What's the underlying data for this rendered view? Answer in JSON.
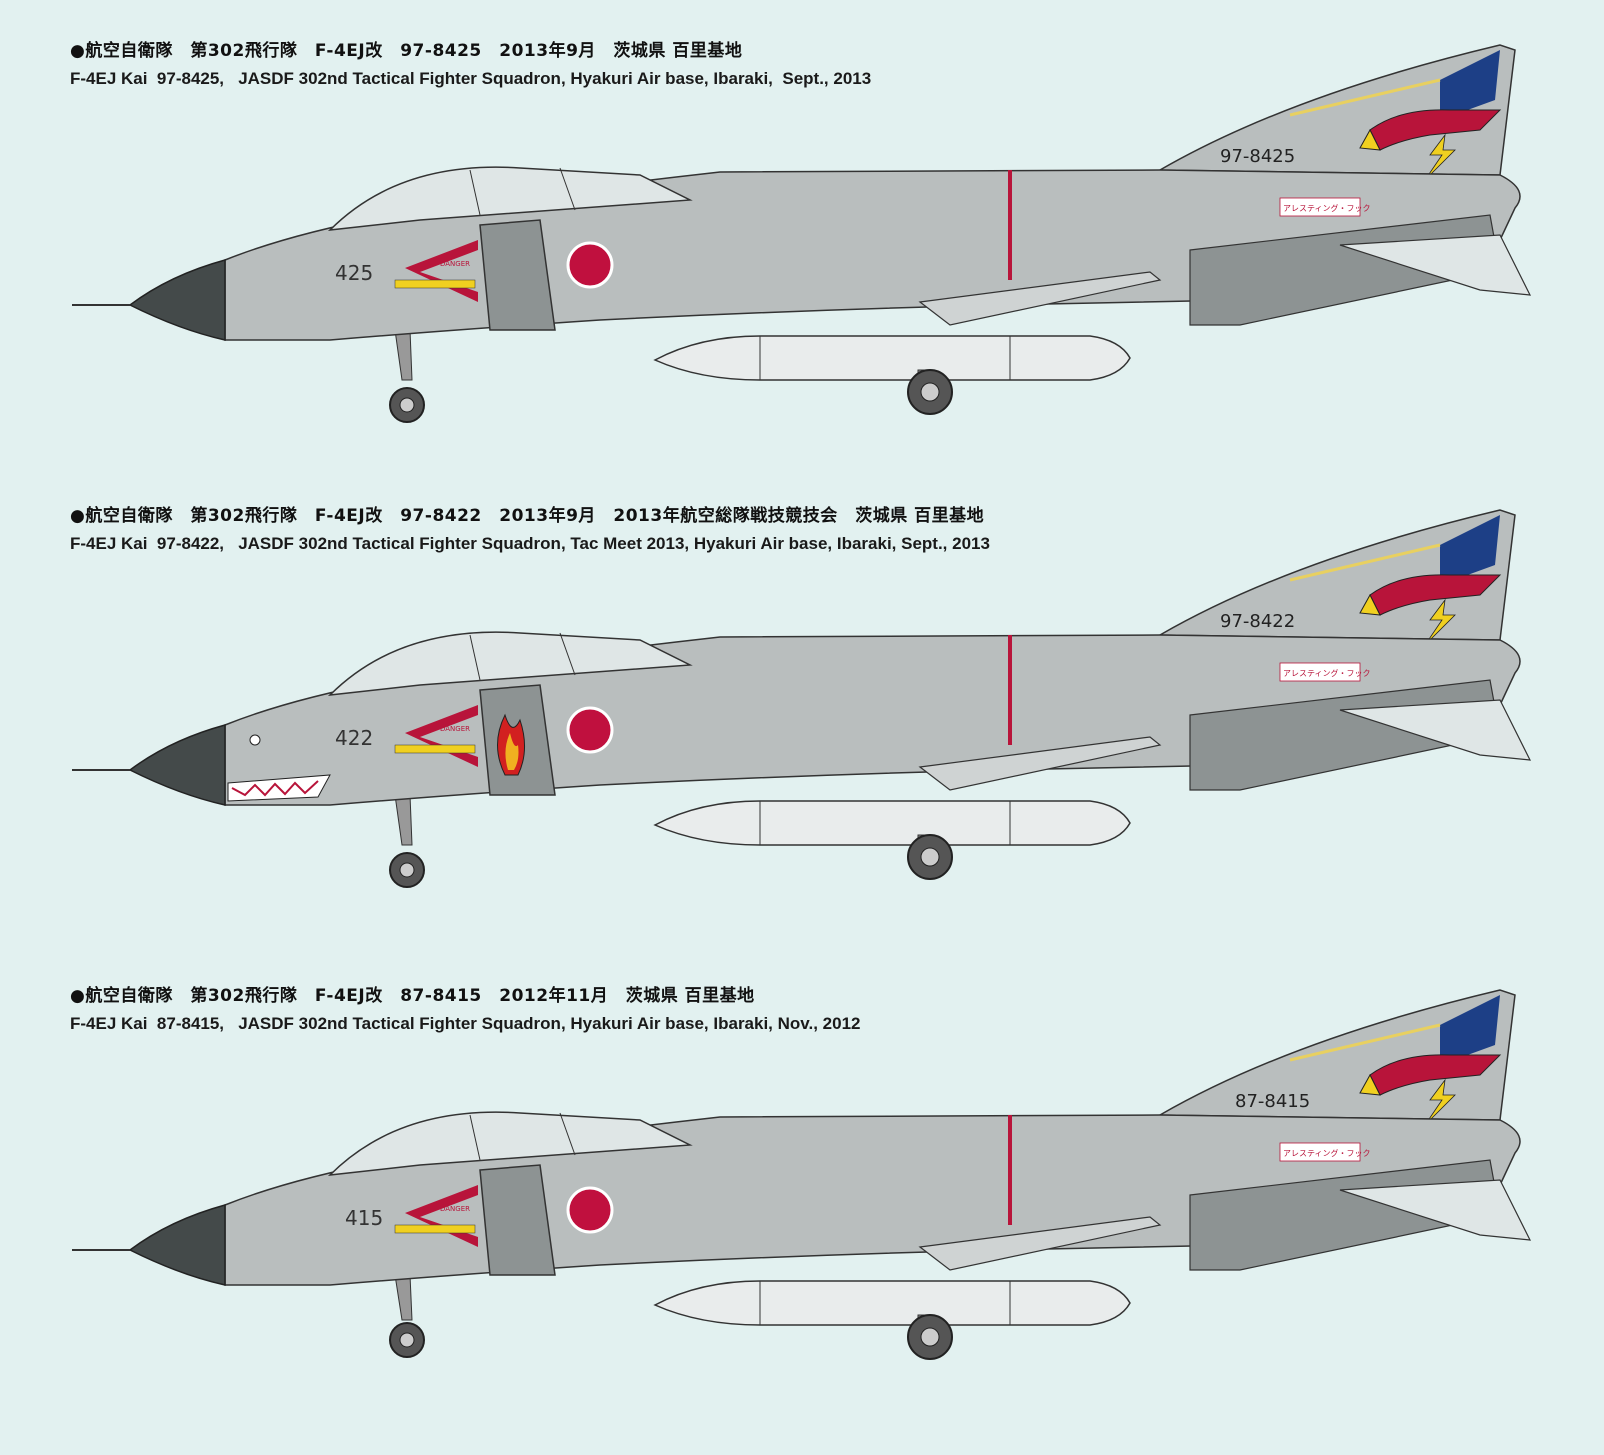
{
  "profiles": [
    {
      "caption_jp": "●航空自衛隊　第302飛行隊　F-4EJ改　97-8425　2013年9月　茨城県 百里基地",
      "caption_en": "F-4EJ Kai  97-8425,   JASDF 302nd Tactical Fighter Squadron, Hyakuri Air base, Ibaraki,  Sept., 2013",
      "tail_number": "97-8425",
      "nose_number": "425",
      "shark_mouth": false,
      "special_emblem": false
    },
    {
      "caption_jp": "●航空自衛隊　第302飛行隊　F-4EJ改　97-8422　2013年9月　2013年航空総隊戦技競技会　茨城県 百里基地",
      "caption_en": "F-4EJ Kai  97-8422,   JASDF 302nd Tactical Fighter Squadron, Tac Meet 2013, Hyakuri Air base, Ibaraki, Sept., 2013",
      "tail_number": "97-8422",
      "nose_number": "422",
      "shark_mouth": true,
      "special_emblem": true
    },
    {
      "caption_jp": "●航空自衛隊　第302飛行隊　F-4EJ改　87-8415　2012年11月　茨城県 百里基地",
      "caption_en": "F-4EJ Kai  87-8415,   JASDF 302nd Tactical Fighter Squadron, Hyakuri Air base, Ibaraki, Nov., 2012",
      "tail_number": "87-8415",
      "nose_number": "415",
      "shark_mouth": false,
      "special_emblem": false
    }
  ],
  "decals": {
    "danger_label": "DANGER",
    "arresting_hook_label": "アレスティング・フック"
  },
  "colors": {
    "background": "#e2f1f0",
    "fuselage_gray": "#b9bebe",
    "fuselage_light": "#cfd3d3",
    "fuselage_dark": "#8d9393",
    "radome": "#444a4a",
    "hinomaru": "#c0103e",
    "eagle_blue": "#1d3f86",
    "accent_yellow": "#f0d020"
  }
}
